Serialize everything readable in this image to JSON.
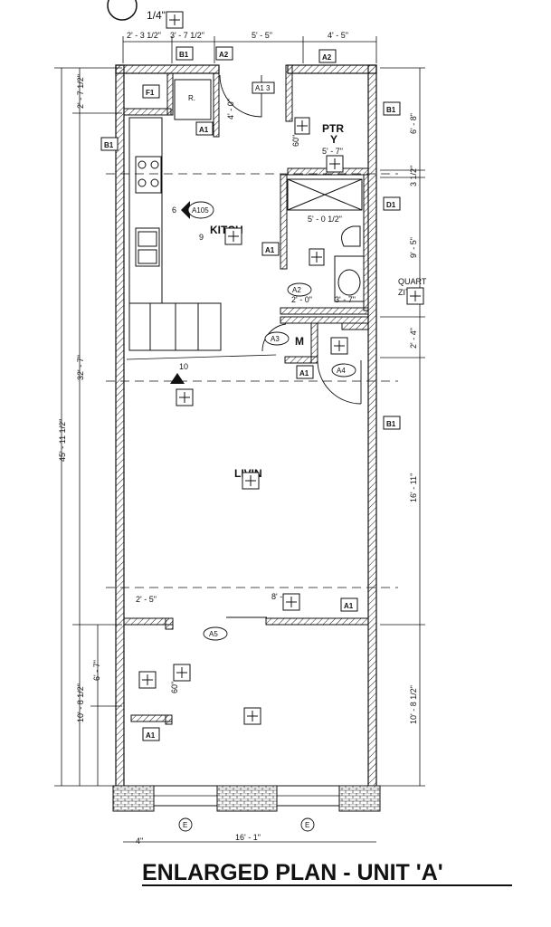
{
  "title": "ENLARGED PLAN - UNIT 'A'",
  "scale_note": "1/4\"",
  "dimensions": {
    "top_1": "2' - 3 1/2\"",
    "top_2": "3' - 7 1/2\"",
    "top_3": "5' - 5\"",
    "top_4": "4' - 5\"",
    "left_top": "2' - 7 1/2\"",
    "left_mid": "32' - 7\"",
    "left_total": "45' - 11 1/2\"",
    "left_bed_a": "6' - 7\"",
    "left_bed_b": "10' - 8 1/2\"",
    "right_1": "6' - 8\"",
    "right_2": "3 1/2\"",
    "right_3": "9' - 5\"",
    "right_4": "2' - 4\"",
    "right_5": "16' - 11\"",
    "right_6": "10' - 8 1/2\"",
    "pantry_w": "5' - 7\"",
    "bath_w": "5' - 0 1/2\"",
    "closet_w": "2' - 0\"",
    "bath_sub": "3' - 7\"",
    "kitchen_h": "4' - 0\"",
    "wd_h": "60\"",
    "bed_closet": "2' - 5\"",
    "bed_door": "8' - 0\"",
    "bed_wd": "60\"",
    "bottom_left": "4\"",
    "bottom_main": "16' - 1\""
  },
  "rooms": {
    "pantry": "PTR",
    "pantry_2": "Y",
    "kitchen": "KITCH",
    "living": "LIVIN",
    "mech": "M",
    "quartz": "QUART",
    "quartz_2": "ZITE"
  },
  "tags": {
    "b1": "B1",
    "a2": "A2",
    "a1": "A1",
    "a13": "A1 3",
    "f1": "F1",
    "r": "R.",
    "d1": "D1",
    "a3": "A3",
    "a4": "A4",
    "a5": "A5",
    "e": "E",
    "a105": "A105",
    "elev_6": "6",
    "elev_9": "9",
    "elev_10": "10"
  }
}
